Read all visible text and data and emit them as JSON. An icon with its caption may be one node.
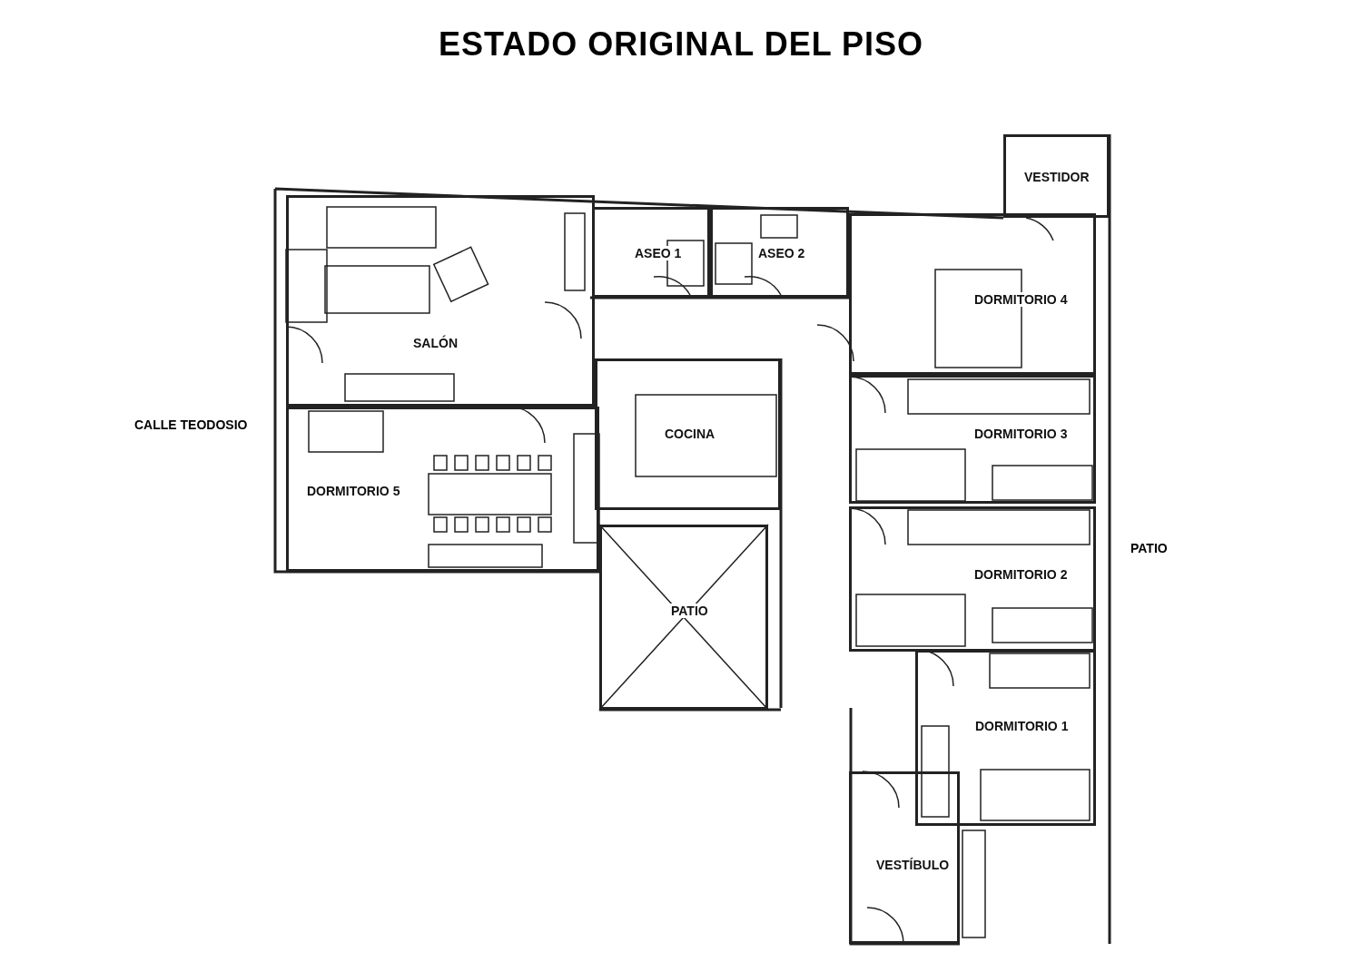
{
  "diagram": {
    "title": "ESTADO ORIGINAL DEL PISO",
    "nodes": [
      {
        "text": [
          "SALÓN"
        ]
      },
      {
        "text": [
          "ASEO 1"
        ]
      },
      {
        "text": [
          "ASEO 2"
        ]
      },
      {
        "text": [
          "VESTIDOR"
        ]
      },
      {
        "text": [
          "DORMITORIO 4"
        ]
      },
      {
        "text": [
          "DORMITORIO 3"
        ]
      },
      {
        "text": [
          "DORMITORIO 2"
        ]
      },
      {
        "text": [
          "DORMITORIO 1"
        ]
      },
      {
        "text": [
          "COCINA"
        ]
      },
      {
        "text": [
          "PATIO"
        ]
      },
      {
        "text": [
          "DORMITORIO 5"
        ]
      },
      {
        "text": [
          "VESTÍBULO"
        ]
      }
    ],
    "edges": [],
    "labels": [
      "CALLE TEODOSIO",
      "PATIO"
    ]
  }
}
